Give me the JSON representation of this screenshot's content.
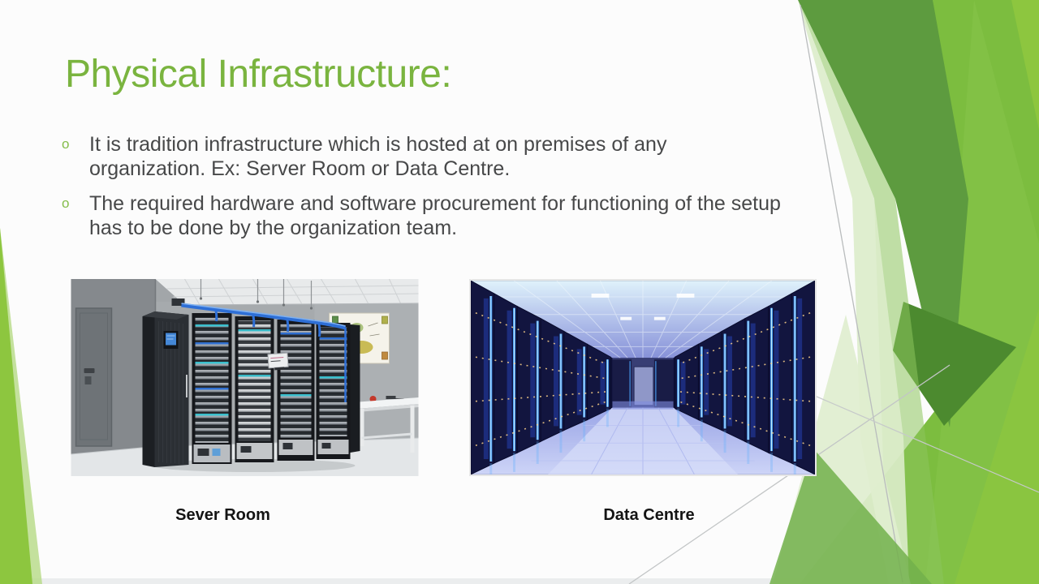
{
  "slide": {
    "title": "Physical Infrastructure:",
    "bullets": [
      {
        "marker": "o",
        "text": "It is tradition infrastructure which is hosted at on premises of any organization. Ex: Server Room or Data Centre."
      },
      {
        "marker": "o",
        "text": "The required hardware and software procurement for functioning of the setup has to be done by the organization team."
      }
    ],
    "figures": [
      {
        "caption": "Sever Room"
      },
      {
        "caption": "Data Centre"
      }
    ],
    "colors": {
      "title_green": "#7ab43f",
      "bullet_marker_green": "#84bd4a",
      "facet_bright_green": "#7cbd3f",
      "facet_sage_green": "#5d9b3f",
      "facet_dark_green": "#4c8a2f",
      "facet_pale_green": "#dcecca",
      "body_text": "#474849",
      "caption_text": "#141414"
    }
  }
}
